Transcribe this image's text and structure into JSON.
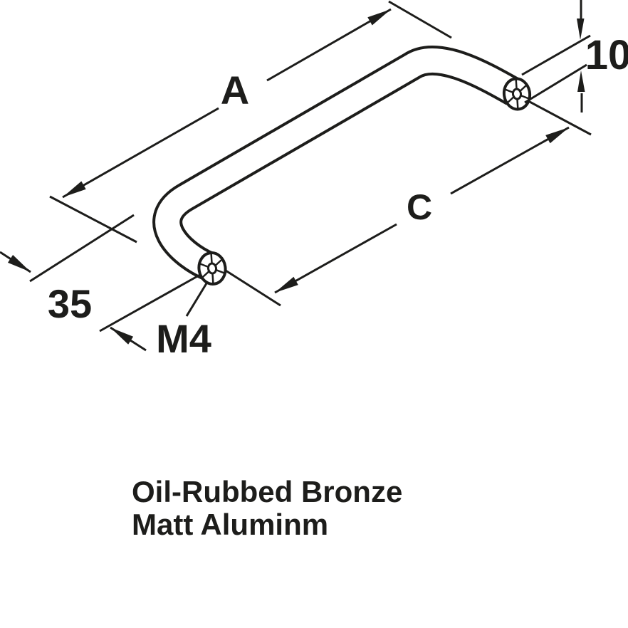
{
  "drawing": {
    "dim_a_label": "A",
    "dim_c_label": "C",
    "dim_diameter_label": "10",
    "dim_projection_label": "35",
    "thread_label": "M4",
    "finish_line1": "Oil-Rubbed Bronze",
    "finish_line2": "Matt Aluminm",
    "colors": {
      "ink": "#1d1d1b",
      "background": "#ffffff"
    }
  }
}
